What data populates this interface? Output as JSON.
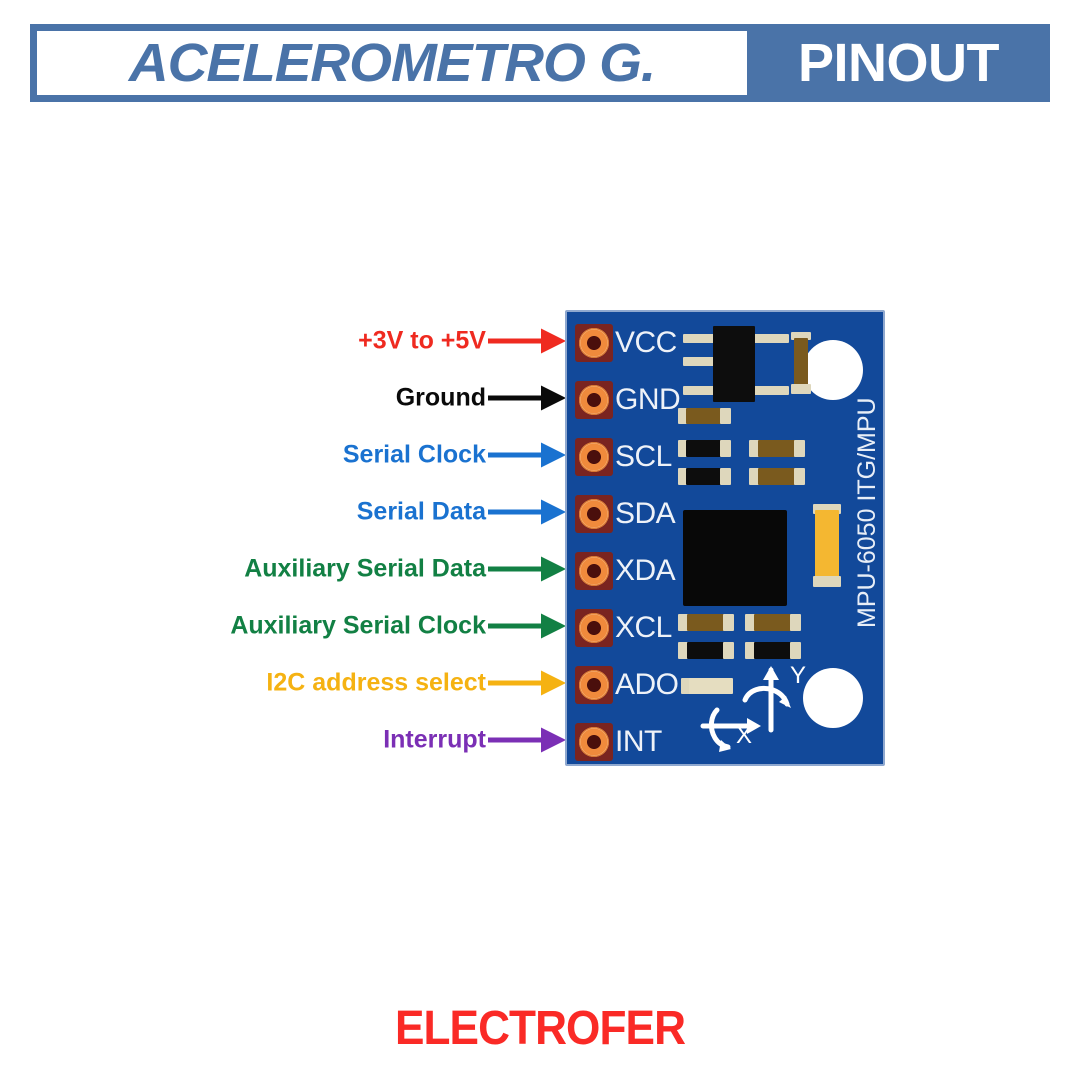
{
  "header": {
    "title": "ACELEROMETRO G.",
    "subtitle": "PINOUT",
    "bar_color": "#4a73a8",
    "title_color": "#4a73a8",
    "subtitle_color": "#ffffff"
  },
  "board": {
    "silkscreen": "MPU-6050 ITG/MPU",
    "pcb_color": "#12499a",
    "axis_x_letter": "X",
    "axis_y_letter": "Y",
    "pins": [
      {
        "name": "VCC",
        "description": "+3V to +5V",
        "color": "#ef2a20"
      },
      {
        "name": "GND",
        "description": "Ground",
        "color": "#0a0a0a"
      },
      {
        "name": "SCL",
        "description": "Serial Clock",
        "color": "#1a72d0"
      },
      {
        "name": "SDA",
        "description": "Serial Data",
        "color": "#1a72d0"
      },
      {
        "name": "XDA",
        "description": "Auxiliary Serial Data",
        "color": "#128044"
      },
      {
        "name": "XCL",
        "description": "Auxiliary Serial Clock",
        "color": "#128044"
      },
      {
        "name": "ADO",
        "description": "I2C address select",
        "color": "#f5b212"
      },
      {
        "name": "INT",
        "description": "Interrupt",
        "color": "#7b2fb5"
      }
    ]
  },
  "footer": {
    "brand": "ELECTROFER",
    "brand_color": "#fa2a26"
  }
}
